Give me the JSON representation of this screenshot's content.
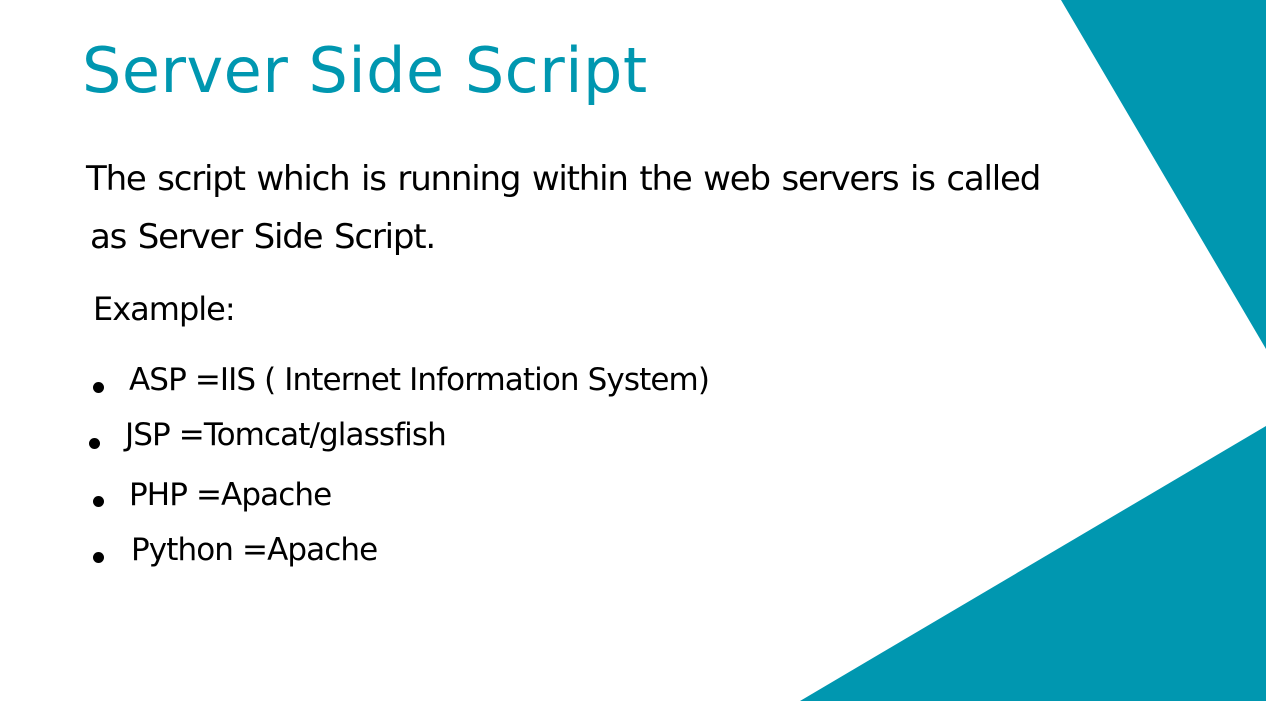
{
  "colors": {
    "accent": "#0097b0",
    "text": "#000000",
    "background": "#ffffff"
  },
  "slide": {
    "title": "Server Side Script",
    "paragraph": {
      "line1": "The script which is running within the web servers is called",
      "line2": "as Server Side Script."
    },
    "example_label": "Example:",
    "bullets": [
      {
        "text": "ASP =IIS ( Internet Information System)"
      },
      {
        "text": "JSP =Tomcat/glassfish"
      },
      {
        "text": "PHP =Apache"
      },
      {
        "text": "Python =Apache"
      }
    ]
  }
}
